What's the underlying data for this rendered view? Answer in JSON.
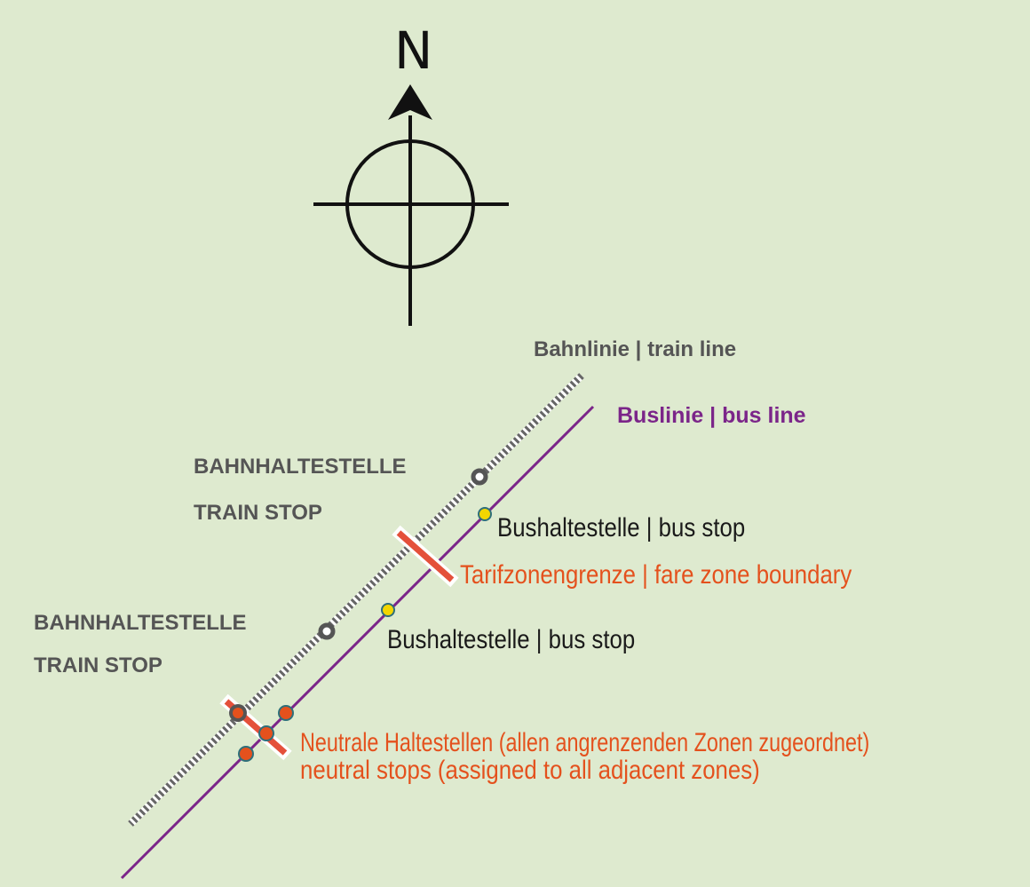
{
  "compass": {
    "north": "N"
  },
  "train_line": {
    "label": "Bahnlinie | train line",
    "color": "#666666"
  },
  "bus_line": {
    "label": "Buslinie | bus line",
    "color": "#7b2589"
  },
  "train_stops": [
    {
      "line1": "BAHNHALTESTELLE",
      "line2": "TRAIN STOP"
    },
    {
      "line1": "BAHNHALTESTELLE",
      "line2": "TRAIN STOP"
    }
  ],
  "bus_stops": [
    {
      "label": "Bushaltestelle | bus stop"
    },
    {
      "label": "Bushaltestelle | bus stop"
    }
  ],
  "fare_zone_boundary": {
    "label": "Tarifzonengrenze | fare zone boundary",
    "color": "#e4503a"
  },
  "neutral_stops": {
    "line1": "Neutrale Haltestellen (allen angrenzenden Zonen zugeordnet)",
    "line2": "neutral stops (assigned to all adjacent zones)",
    "color": "#e4511d"
  },
  "colors": {
    "background": "#deeacf",
    "bus_stop": "#f2d600",
    "label_red": "#e4511d"
  }
}
